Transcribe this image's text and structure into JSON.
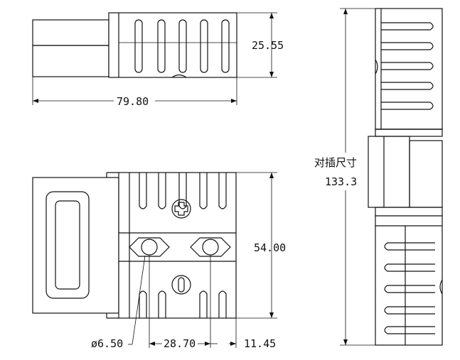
{
  "dimensions": {
    "top_height": "25.55",
    "top_width": "79.80",
    "front_height": "54.00",
    "hole_diameter": "ø6.50",
    "hole_spacing": "28.70",
    "edge_offset": "11.45",
    "total_label": "对插尺寸",
    "total_length": "133.3"
  }
}
